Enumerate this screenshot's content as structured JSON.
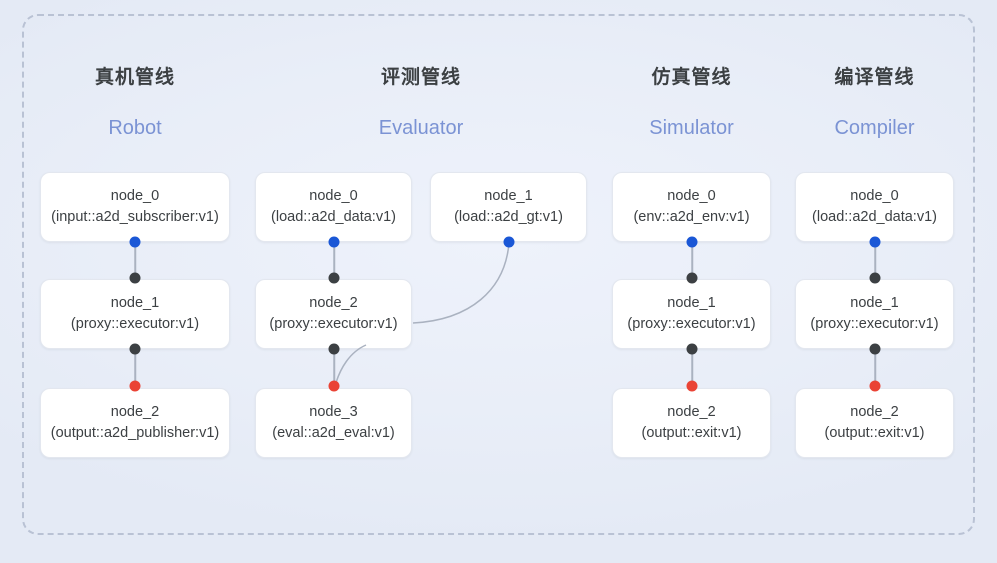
{
  "diagram": {
    "frame_style": "dashed",
    "accent_color": "#7b93d4",
    "port_in_color": "#1a57d6",
    "port_mid_color": "#3c4043",
    "port_out_color": "#ea4335",
    "background_color": "#e8edf7"
  },
  "columns": [
    {
      "id": "robot",
      "header_cn": "真机管线",
      "header_en": "Robot",
      "nodes": [
        {
          "name": "node_0",
          "spec": "(input::a2d_subscriber:v1)"
        },
        {
          "name": "node_1",
          "spec": "(proxy::executor:v1)"
        },
        {
          "name": "node_2",
          "spec": "(output::a2d_publisher:v1)"
        }
      ]
    },
    {
      "id": "evaluator",
      "header_cn": "评测管线",
      "header_en": "Evaluator",
      "nodes": [
        {
          "name": "node_0",
          "spec": "(load::a2d_data:v1)"
        },
        {
          "name": "node_2",
          "spec": "(proxy::executor:v1)"
        },
        {
          "name": "node_3",
          "spec": "(eval::a2d_eval:v1)"
        },
        {
          "name": "node_1",
          "spec": "(load::a2d_gt:v1)"
        }
      ]
    },
    {
      "id": "simulator",
      "header_cn": "仿真管线",
      "header_en": "Simulator",
      "nodes": [
        {
          "name": "node_0",
          "spec": "(env::a2d_env:v1)"
        },
        {
          "name": "node_1",
          "spec": "(proxy::executor:v1)"
        },
        {
          "name": "node_2",
          "spec": "(output::exit:v1)"
        }
      ]
    },
    {
      "id": "compiler",
      "header_cn": "编译管线",
      "header_en": "Compiler",
      "nodes": [
        {
          "name": "node_0",
          "spec": "(load::a2d_data:v1)"
        },
        {
          "name": "node_1",
          "spec": "(proxy::executor:v1)"
        },
        {
          "name": "node_2",
          "spec": "(output::exit:v1)"
        }
      ]
    }
  ]
}
